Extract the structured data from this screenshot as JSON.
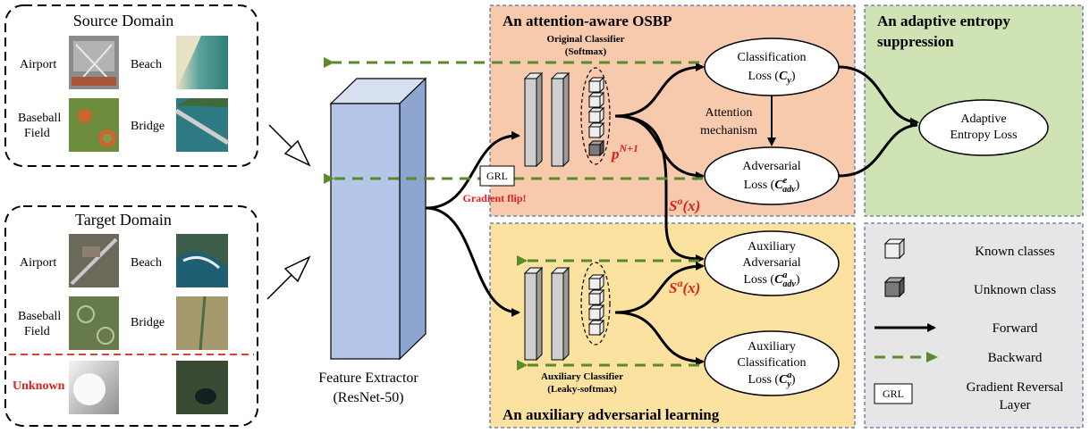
{
  "source_domain": {
    "title": "Source Domain",
    "labels": {
      "airport": "Airport",
      "beach": "Beach",
      "baseball_line1": "Baseball",
      "baseball_line2": "Field",
      "bridge": "Bridge"
    }
  },
  "target_domain": {
    "title": "Target Domain",
    "labels": {
      "airport": "Airport",
      "beach": "Beach",
      "baseball_line1": "Baseball",
      "baseball_line2": "Field",
      "bridge": "Bridge",
      "unknown": "Unknown"
    }
  },
  "feature_extractor": {
    "line1": "Feature Extractor",
    "line2": "(ResNet-50)"
  },
  "osbp": {
    "title": "An attention-aware OSBP",
    "classifier_line1": "Original Classifier",
    "classifier_line2": "(Softmax)",
    "p_main": "p",
    "p_sup": "N+1",
    "grl": "GRL",
    "gradient_flip": "Gradient flip!",
    "so_main": "S",
    "so_sup": "o",
    "so_arg": "(x)",
    "attention_line1": "Attention",
    "attention_line2": "mechanism",
    "cls_loss_line1": "Classification",
    "cls_loss_line2_pre": "Loss (",
    "cls_loss_C": "C",
    "cls_loss_sub": "y",
    "adv_loss_line1": "Adversarial",
    "adv_loss_line2_pre": "Loss (",
    "adv_loss_C": "C",
    "adv_loss_sup": "e",
    "adv_loss_sub": "adv"
  },
  "auxiliary": {
    "title": "An auxiliary adversarial learning",
    "classifier_line1": "Auxiliary Classifier",
    "classifier_line2": "(Leaky-softmax)",
    "sa_main": "S",
    "sa_sup": "a",
    "sa_arg": "(x)",
    "adv_line1": "Auxiliary",
    "adv_line2": "Adversarial",
    "adv_line3_pre": "Loss (",
    "adv_C": "C",
    "adv_sup": "a",
    "adv_sub": "adv",
    "cls_line1": "Auxiliary",
    "cls_line2": "Classification",
    "cls_line3_pre": "Loss (",
    "cls_C": "C",
    "cls_sup": "a",
    "cls_sub": "y"
  },
  "entropy": {
    "title_line1": "An adaptive entropy",
    "title_line2": "suppression",
    "loss_line1": "Adaptive",
    "loss_line2": "Entropy Loss"
  },
  "legend": {
    "known": "Known classes",
    "unknown": "Unknown class",
    "forward": "Forward",
    "backward": "Backward",
    "grl_box": "GRL",
    "grl_line1": "Gradient Reversal",
    "grl_line2": "Layer"
  },
  "colors": {
    "osbp_bg": "#f7c9ad",
    "aux_bg": "#fbe2a0",
    "entropy_bg": "#cfe3b4",
    "legend_bg": "#e6e6e6",
    "dash_border": "#5a6fa8",
    "forward": "#000000",
    "backward": "#5a8a2a",
    "highlight_red": "#e0201b",
    "extractor_front": "#b4c6e7",
    "extractor_side": "#8ea5cf"
  }
}
